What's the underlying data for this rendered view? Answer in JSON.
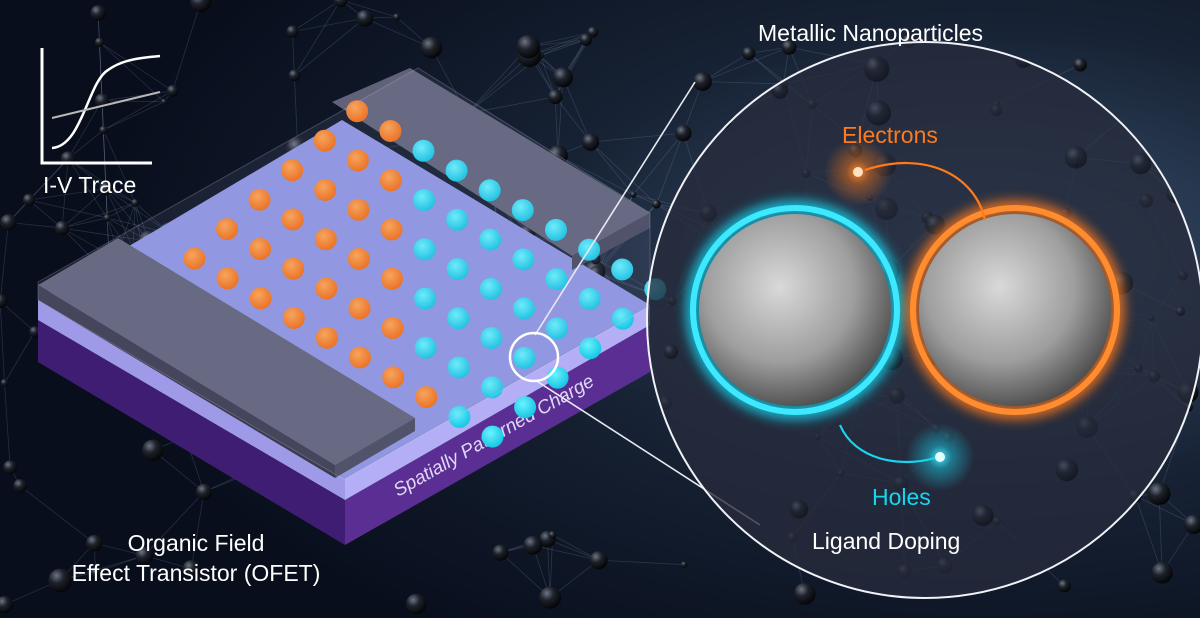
{
  "labels": {
    "iv_trace": "I-V Trace",
    "metallic_nanoparticles": "Metallic Nanoparticles",
    "electrons": "Electrons",
    "holes": "Holes",
    "ligand_doping": "Ligand Doping",
    "ofet_line1": "Organic Field",
    "ofet_line2": "Effect Transistor (OFET)",
    "channel_text": "Spatially Patterned Charge"
  },
  "colors": {
    "background_dark": "#080e1c",
    "background_light": "#3a5270",
    "electron": "#ff7a1a",
    "hole": "#19d6f0",
    "sphere": "#b9b9b9",
    "substrate": "#5a2e92",
    "dielectric": "#a8a4f0",
    "electrode": "#55566a",
    "channel": "#8f97e2"
  },
  "icons": {
    "iv_trace": "iv-curve-icon",
    "nanoparticle": "sphere-icon"
  }
}
